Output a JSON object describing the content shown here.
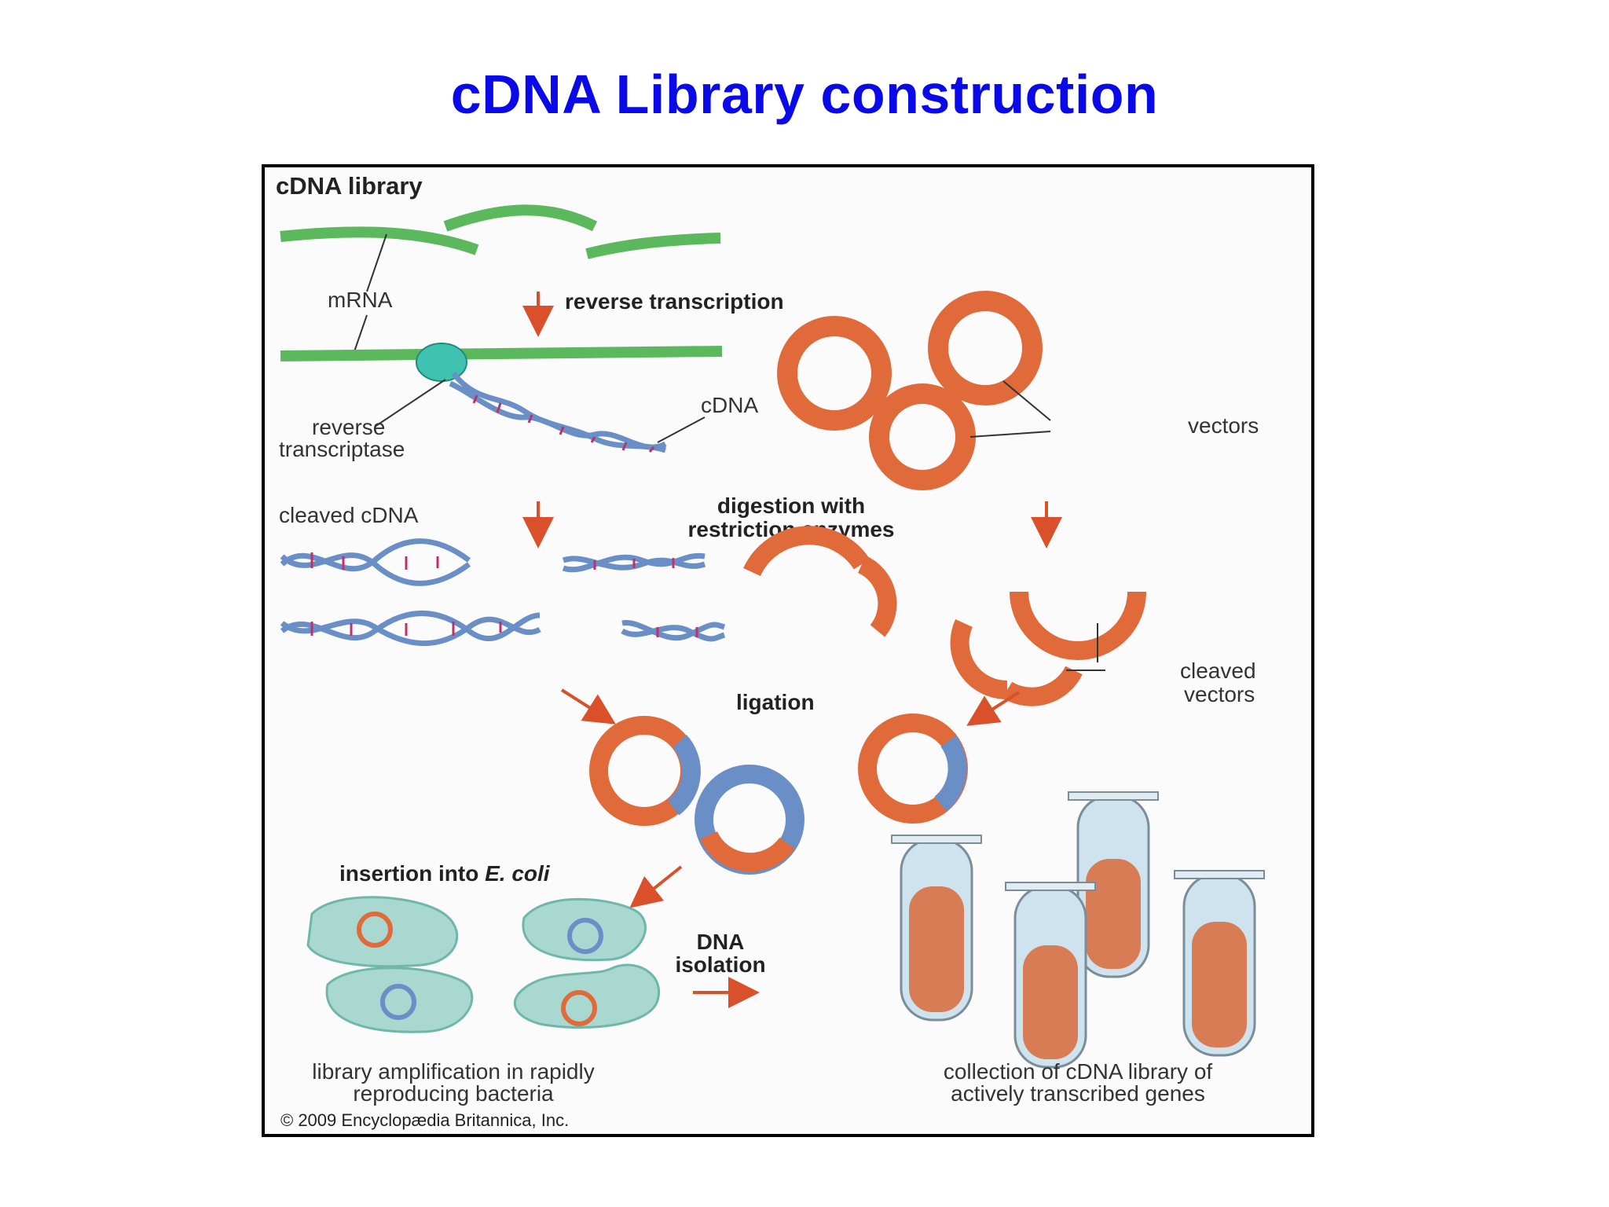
{
  "slide_title": "cDNA Library construction",
  "diagram": {
    "heading": "cDNA library",
    "labels": {
      "mrna": "mRNA",
      "reverse_transcription": "reverse transcription",
      "reverse_transcriptase_line1": "reverse",
      "reverse_transcriptase_line2": "transcriptase",
      "cdna": "cDNA",
      "vectors": "vectors",
      "cleaved_cdna": "cleaved cDNA",
      "digestion_line1": "digestion with",
      "digestion_line2": "restriction enzymes",
      "cleaved_vectors_line1": "cleaved",
      "cleaved_vectors_line2": "vectors",
      "ligation": "ligation",
      "insertion_prefix": "insertion into ",
      "insertion_organism": "E. coli",
      "dna_isolation_line1": "DNA",
      "dna_isolation_line2": "isolation",
      "amplification_line1": "library amplification in rapidly",
      "amplification_line2": "reproducing bacteria",
      "collection_line1": "collection of cDNA library of",
      "collection_line2": "actively transcribed genes",
      "copyright": "© 2009 Encyclopædia Britannica, Inc."
    },
    "colors": {
      "mrna": "#5cb85c",
      "vector": "#e06a3a",
      "cdna_strand": "#6a8fc6",
      "cdna_rung": "#c0306a",
      "arrow": "#d9502a",
      "bacteria": "#a8d8d0",
      "tube": "#cfe3ee"
    }
  }
}
